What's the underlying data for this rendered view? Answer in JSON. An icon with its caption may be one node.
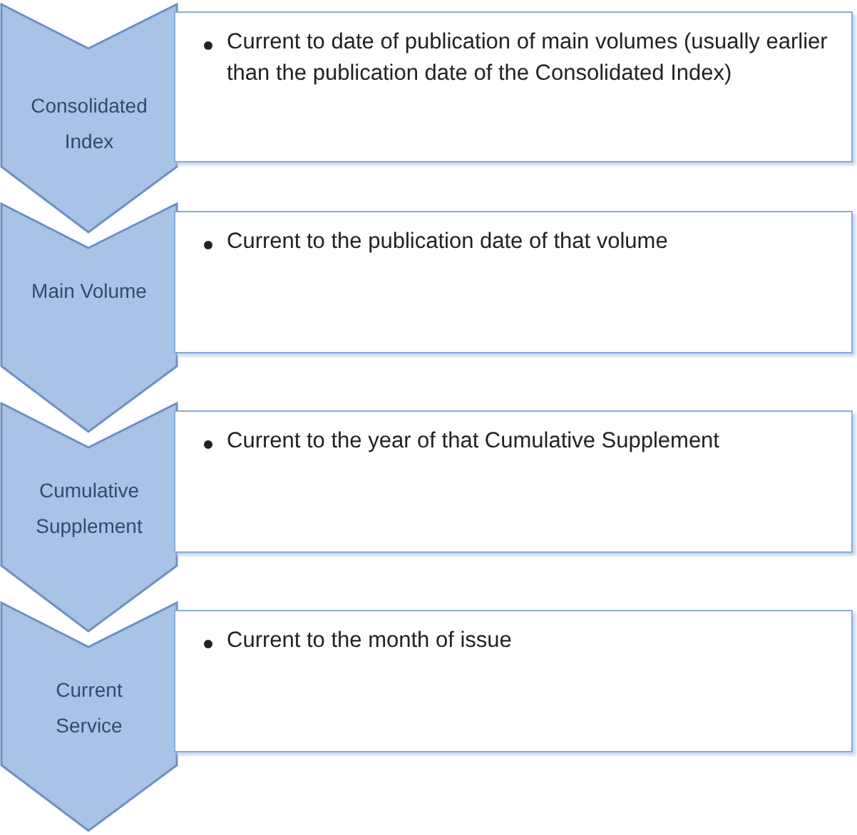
{
  "diagram": {
    "nodes": [
      {
        "text": [
          "Consolidated Index"
        ]
      },
      {
        "text": [
          "Current to date of publication of main volumes (usually earlier than the publication date of the Consolidated Index)"
        ]
      },
      {
        "text": [
          "Main Volume"
        ]
      },
      {
        "text": [
          "Current to the publication date of that volume"
        ]
      },
      {
        "text": [
          "Cumulative Supplement"
        ]
      },
      {
        "text": [
          "Current to the year of that Cumulative Supplement"
        ]
      },
      {
        "text": [
          "Current Service"
        ]
      },
      {
        "text": [
          "Current to the month of issue"
        ]
      }
    ]
  }
}
